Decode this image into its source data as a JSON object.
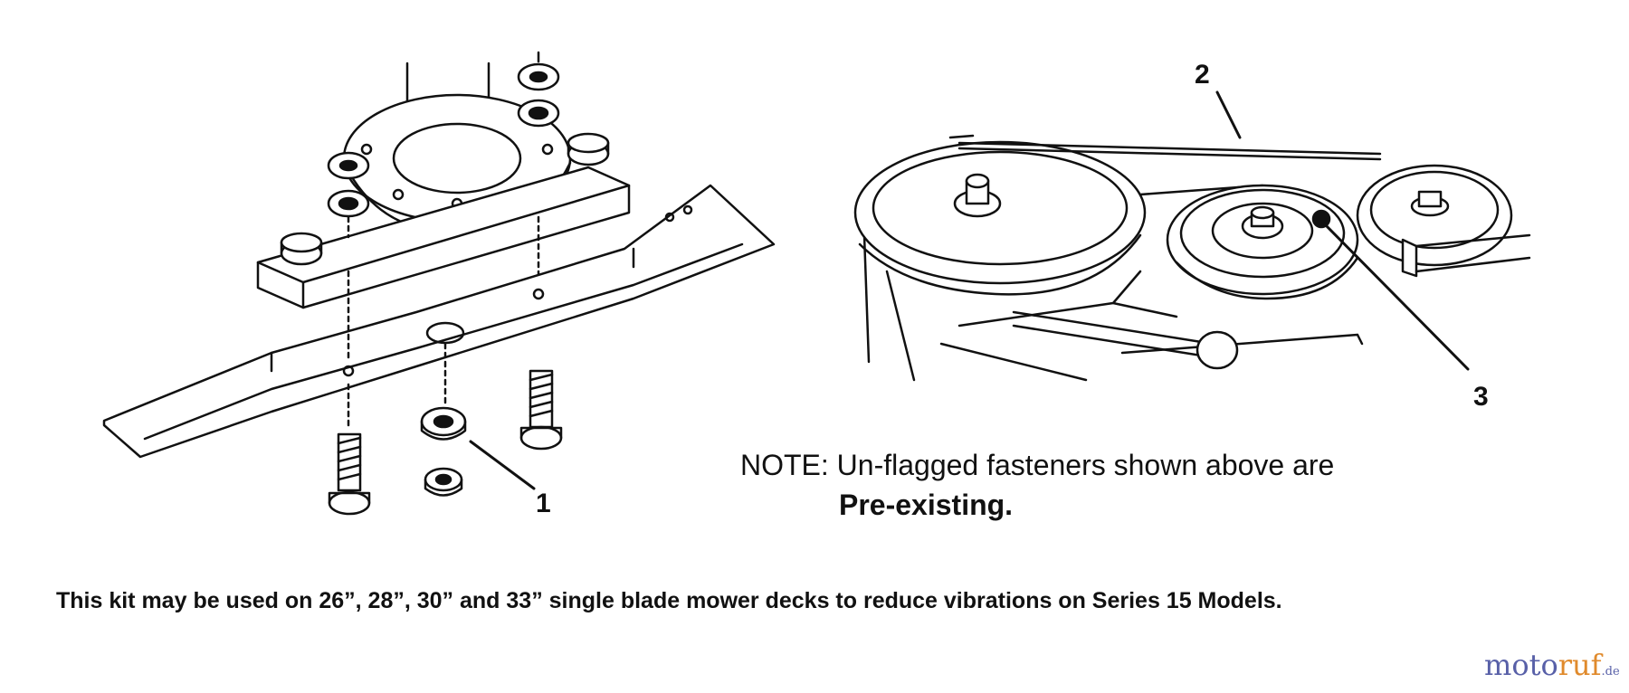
{
  "callouts": {
    "c1": "1",
    "c2": "2",
    "c3": "3"
  },
  "note": {
    "line1": "NOTE: Un-flagged fasteners shown above are",
    "line2": "Pre-existing."
  },
  "footer": "This kit may be used on 26”, 28”, 30” and 33” single blade mower decks to reduce vibrations on Series 15 Models.",
  "brand": {
    "part1": "moto",
    "part2": "ruf",
    "part3": ".de"
  },
  "colors": {
    "line": "#111111",
    "brand_blue": "#5860a8",
    "brand_orange": "#e08a2c"
  }
}
